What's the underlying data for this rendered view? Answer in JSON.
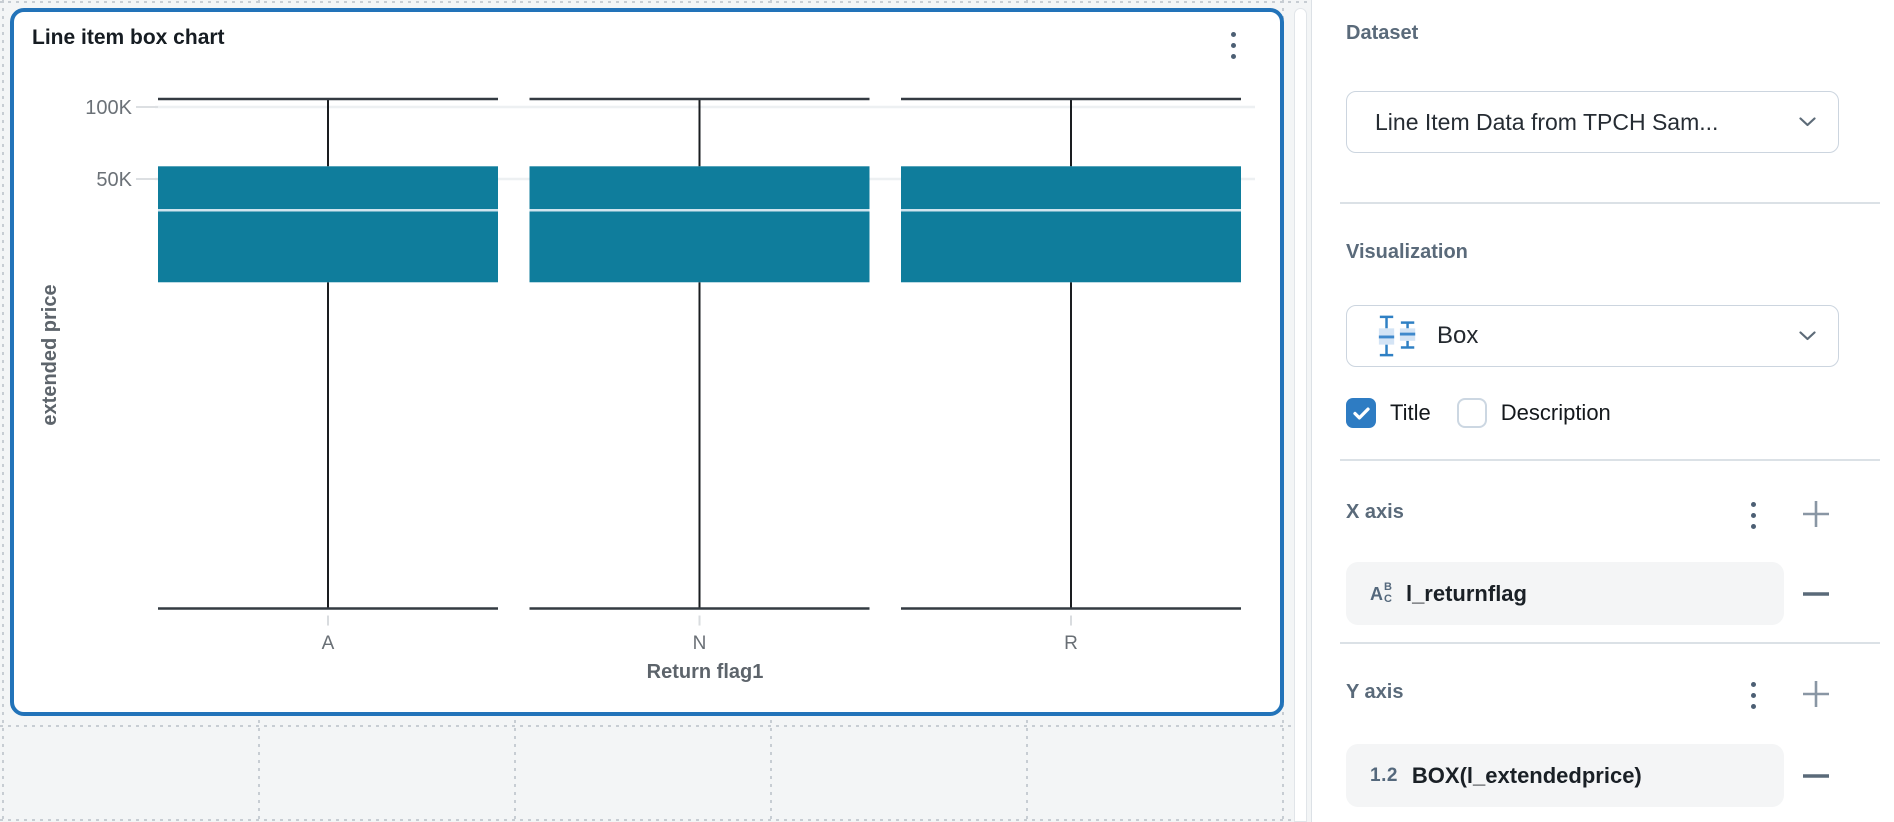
{
  "card": {
    "title": "Line item box chart",
    "menu_icon": "kebab-menu-icon"
  },
  "chart_data": {
    "type": "box",
    "title": "Line item box chart",
    "xlabel": "Return flag1",
    "ylabel": "extended price",
    "y_scale": "log",
    "grid": true,
    "ticks": [
      {
        "label": "100K",
        "value": 100000
      },
      {
        "label": "50K",
        "value": 50000
      }
    ],
    "categories": [
      "A",
      "N",
      "R"
    ],
    "series": [
      {
        "category": "A",
        "min": 800,
        "q1": 18500,
        "median": 37000,
        "q3": 56500,
        "max": 108000
      },
      {
        "category": "N",
        "min": 800,
        "q1": 18500,
        "median": 37000,
        "q3": 56500,
        "max": 108000
      },
      {
        "category": "R",
        "min": 800,
        "q1": 18500,
        "median": 37000,
        "q3": 56500,
        "max": 108000
      }
    ],
    "box_color": "#0f7d9c",
    "median_color": "#cfe4ee",
    "whisker_color": "#1a1d20"
  },
  "panel": {
    "dataset": {
      "label": "Dataset",
      "value": "Line Item Data from TPCH Sam..."
    },
    "visualization": {
      "label": "Visualization",
      "value": "Box"
    },
    "toggles": {
      "title_label": "Title",
      "title_checked": true,
      "description_label": "Description",
      "description_checked": false
    },
    "x_axis": {
      "label": "X axis",
      "field": {
        "type": "text",
        "name": "l_returnflag"
      }
    },
    "y_axis": {
      "label": "Y axis",
      "field": {
        "type": "number",
        "name": "BOX(l_extendedprice)"
      }
    }
  },
  "colors": {
    "accent_blue": "#2273b9",
    "checkbox_blue": "#2e7cc3",
    "box_fill": "#0f7d9c",
    "canvas_bg": "#f3f5f6",
    "panel_label": "#5a6a7a"
  }
}
